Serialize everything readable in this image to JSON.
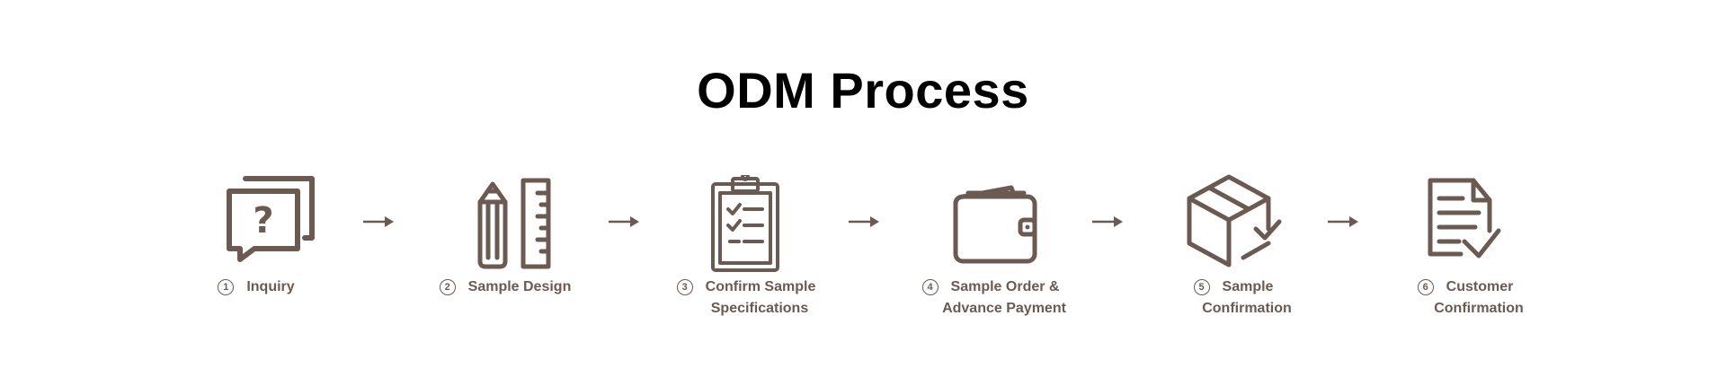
{
  "title": "ODM Process",
  "colors": {
    "accent": "#6b5a52",
    "title": "#000000",
    "background": "#ffffff"
  },
  "steps": [
    {
      "number": "1",
      "line1": "Inquiry",
      "line2": "",
      "icon": "speech-bubble-question-icon"
    },
    {
      "number": "2",
      "line1": "Sample Design",
      "line2": "",
      "icon": "pencil-ruler-icon"
    },
    {
      "number": "3",
      "line1": "Confirm Sample",
      "line2": "Specifications",
      "icon": "clipboard-checklist-icon"
    },
    {
      "number": "4",
      "line1": "Sample Order &",
      "line2": "Advance Payment",
      "icon": "wallet-icon"
    },
    {
      "number": "5",
      "line1": "Sample",
      "line2": "Confirmation",
      "icon": "box-check-icon"
    },
    {
      "number": "6",
      "line1": "Customer",
      "line2": "Confirmation",
      "icon": "document-check-icon"
    }
  ],
  "connector": "arrow-right-icon"
}
